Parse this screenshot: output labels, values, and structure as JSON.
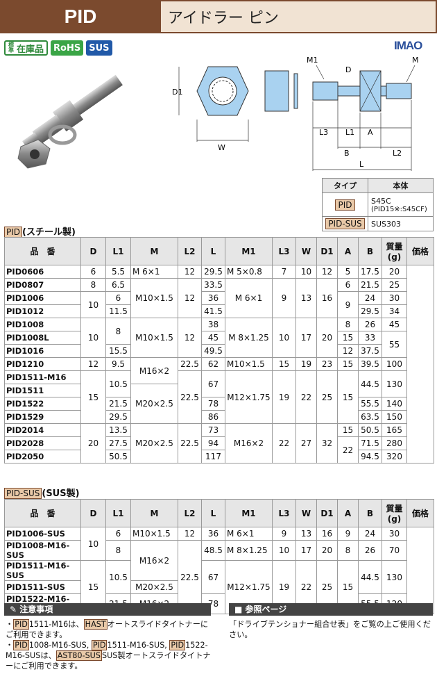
{
  "header": {
    "code": "PID",
    "name": "アイドラー ピン"
  },
  "badges": {
    "stock_small": "標準",
    "stock": "在庫品",
    "rohs": "RoHS",
    "sus": "SUS"
  },
  "logo": "IMAO",
  "drawing_labels": {
    "d1": "D1",
    "w": "W",
    "m1": "M1",
    "d": "D",
    "m": "M",
    "l3": "L3",
    "l1": "L1",
    "a": "A",
    "b": "B",
    "l2": "L2",
    "l": "L"
  },
  "material": {
    "headers": [
      "タイプ",
      "本体"
    ],
    "rows": [
      {
        "type": "PID",
        "body1": "S45C",
        "body2": "(PID15※:S45CF)"
      },
      {
        "type": "PID-SUS",
        "body1": "SUS303",
        "body2": ""
      }
    ]
  },
  "steel": {
    "tag": "PID",
    "title": "(スチール製)",
    "headers": [
      "品　番",
      "D",
      "L1",
      "M",
      "L2",
      "L",
      "M1",
      "L3",
      "W",
      "D1",
      "A",
      "B",
      "質量(g)",
      "価格"
    ]
  },
  "sus": {
    "tag": "PID-SUS",
    "title": "(SUS製)",
    "headers": [
      "品　番",
      "D",
      "L1",
      "M",
      "L2",
      "L",
      "M1",
      "L3",
      "W",
      "D1",
      "A",
      "B",
      "質量(g)",
      "価格"
    ]
  },
  "notes": {
    "title": "注意事項",
    "line1a": "PID",
    "line1b": "1511-M16は、",
    "line1c": "HAST",
    "line1d": "オートスライドタイトナーにご利用できます。",
    "line2a": "PID",
    "line2b": "1008-M16-SUS, ",
    "line2c": "PID",
    "line2d": "1511-M16-SUS, ",
    "line2e": "PID",
    "line2f": "1522-M16-SUSは、",
    "line2g": "AST80-SUS",
    "line2h": "SUS製オートスライドタイトナーにご利用できます。"
  },
  "reference": {
    "title": "参照ページ",
    "text": "「ドライブテンショナー組合せ表」をご覧の上ご使用ください。"
  },
  "colors": {
    "brand": "#7b4a2e",
    "tag_bg": "#e9c9a8",
    "part_blue": "#a9d2f0"
  }
}
